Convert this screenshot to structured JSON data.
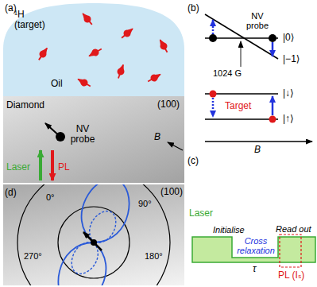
{
  "diagram": {
    "nodes": [
      {
        "text": [
          "¹H (target)",
          "Oil"
        ]
      },
      {
        "text": [
          "Diamond",
          "(100)"
        ]
      },
      {
        "text": [
          "(100)"
        ]
      }
    ],
    "labels": [
      "(a)",
      "NV probe",
      "B",
      "Laser",
      "PL",
      "(b)",
      "NV probe",
      "1024 G",
      "|0⟩",
      "|−1⟩",
      "|↓⟩",
      "|↑⟩",
      "Target",
      "B",
      "(c)",
      "Laser",
      "Initialise",
      "Cross relaxation",
      "τ",
      "Read out",
      "PL (Iₛ)",
      "(d)",
      "0°",
      "90°",
      "180°",
      "270°"
    ]
  }
}
